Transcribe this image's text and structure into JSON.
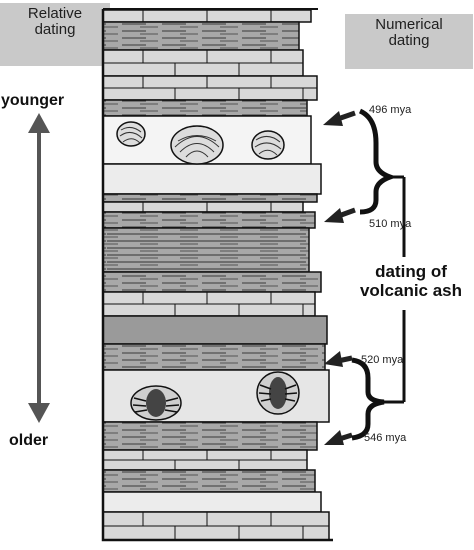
{
  "headers": {
    "relative": [
      "Relative",
      "dating"
    ],
    "numerical": [
      "Numerical",
      "dating"
    ]
  },
  "relative_scale": {
    "top_label": "younger",
    "bottom_label": "older"
  },
  "numerical_dates": [
    "496 mya",
    "510 mya",
    "520 mya",
    "546 mya"
  ],
  "ash_label": [
    "dating of",
    "volcanic ash"
  ],
  "colors": {
    "header_bg": "#c9c9c9",
    "arrow": "#2a2a2a",
    "limestone": "#d8d8d8",
    "shale": "#9a9a9a",
    "sandstone": "#ececec",
    "outline": "#111111"
  }
}
